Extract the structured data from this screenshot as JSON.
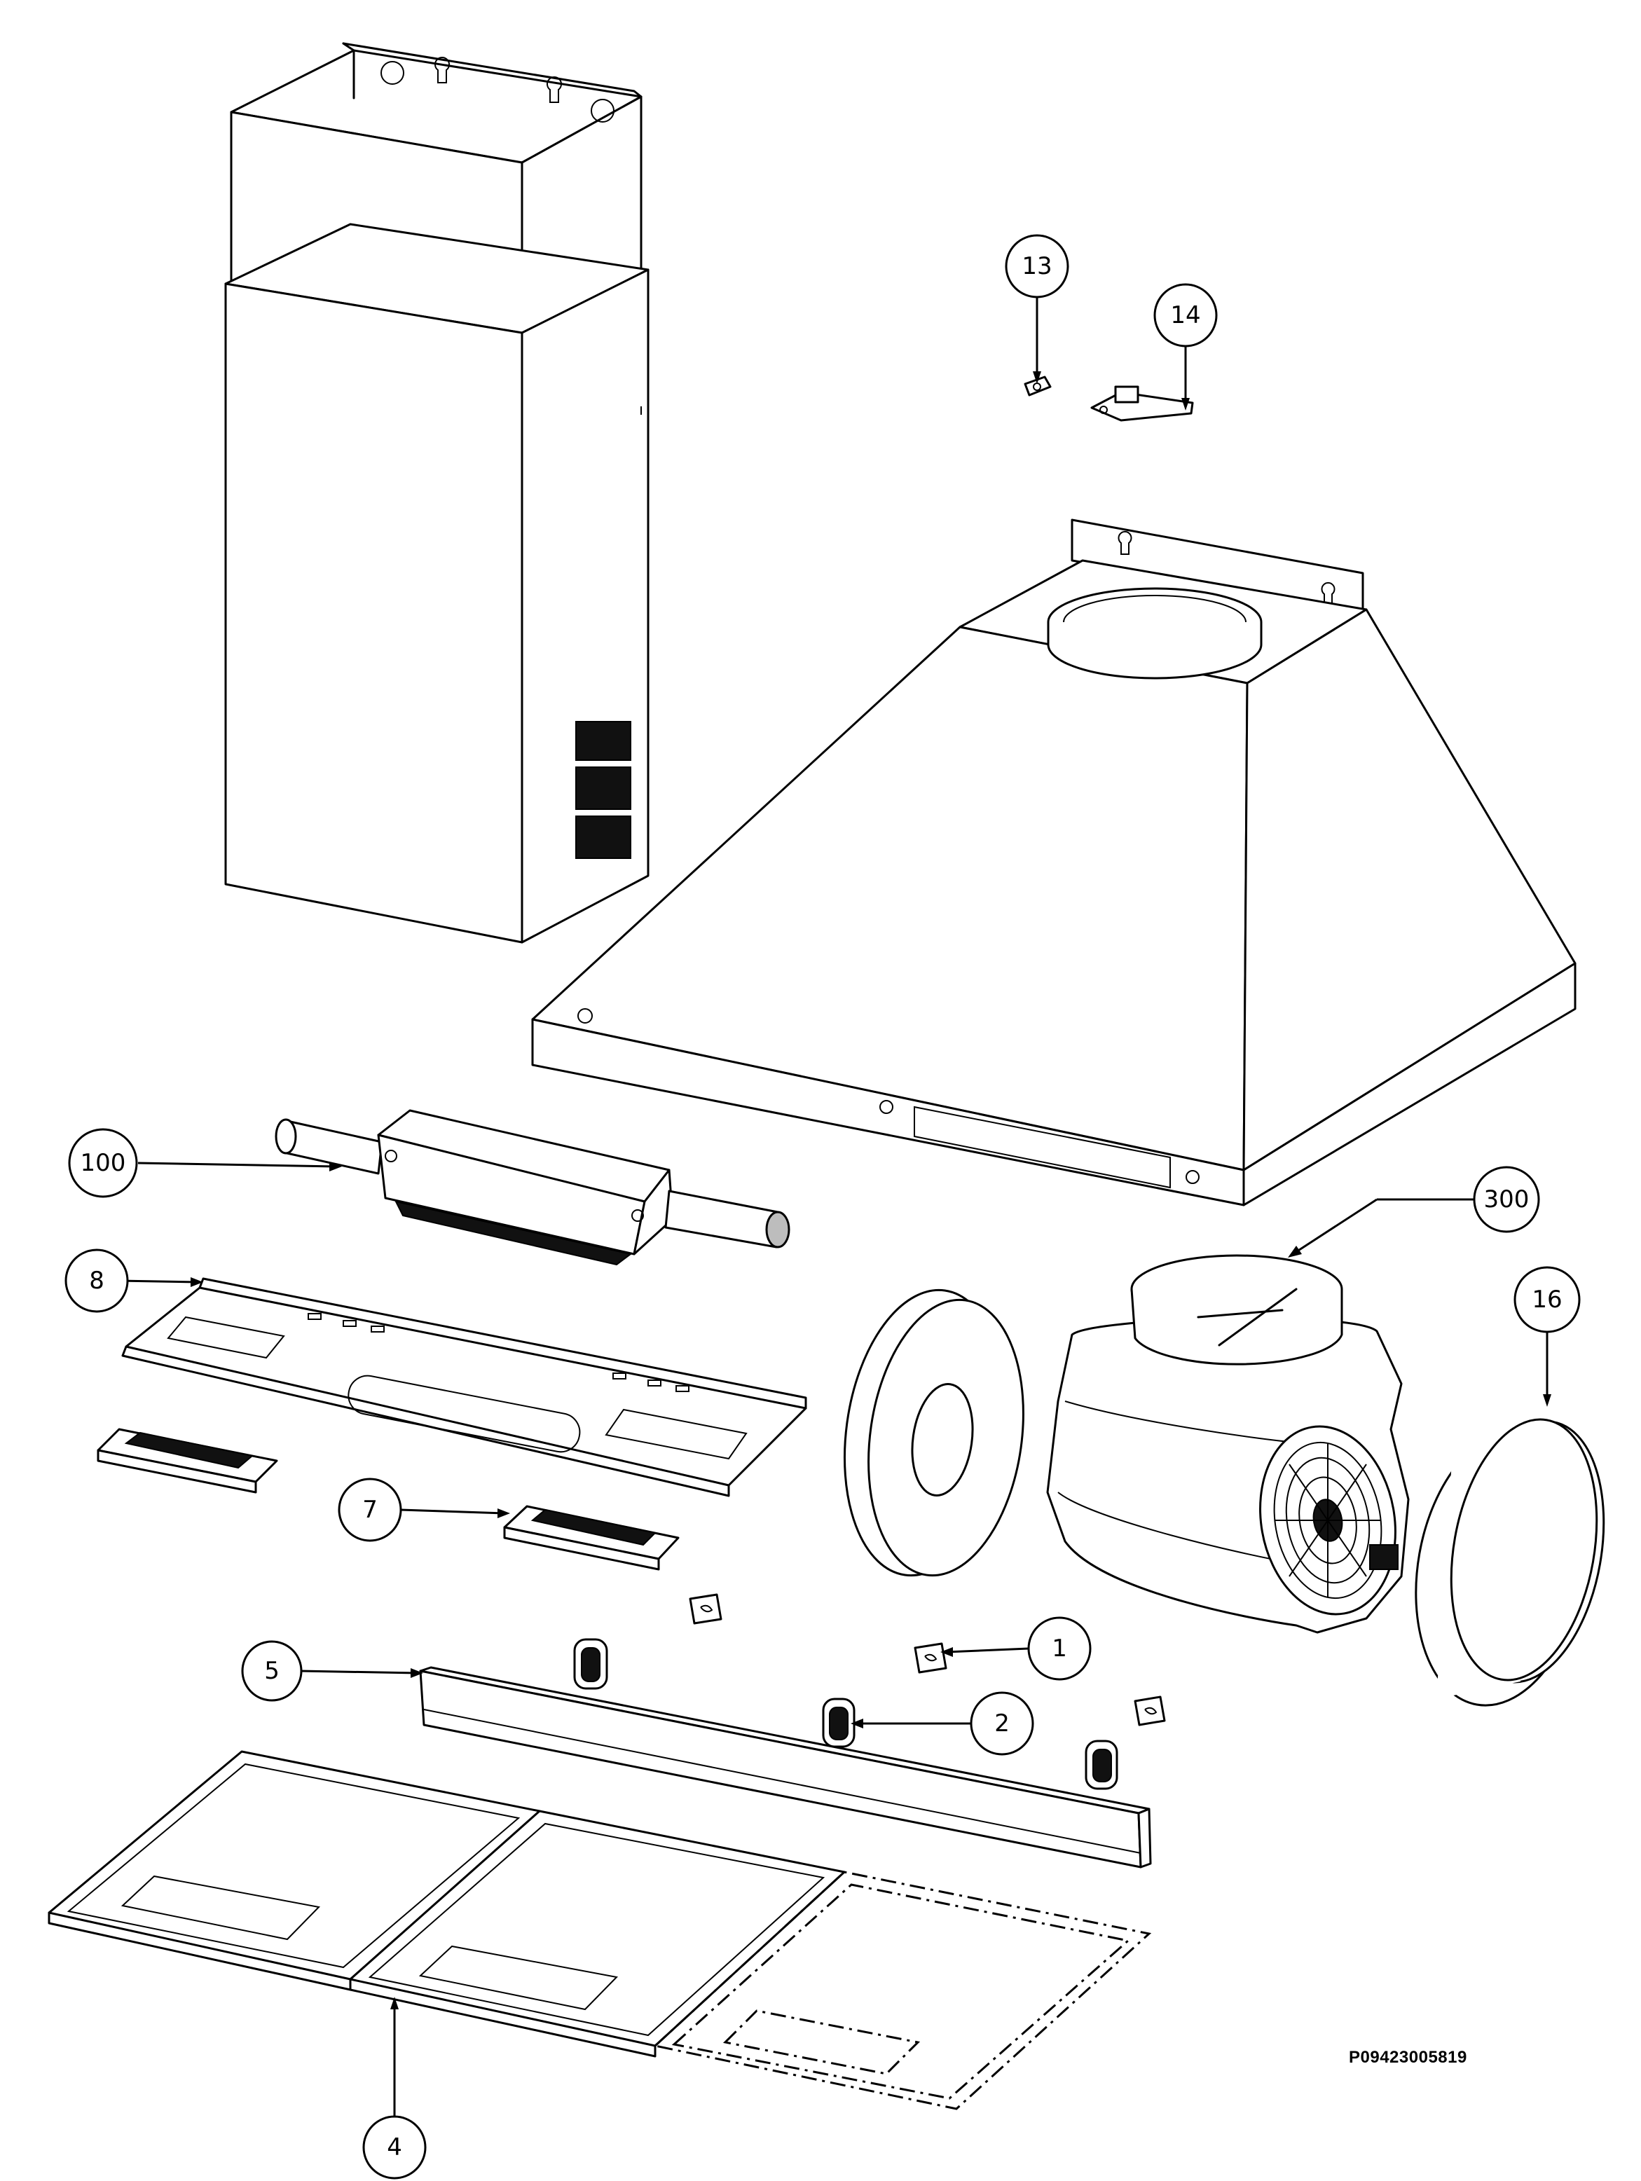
{
  "drawing": {
    "code": "P09423005819",
    "callouts": [
      {
        "id": "13",
        "label": "13"
      },
      {
        "id": "14",
        "label": "14"
      },
      {
        "id": "100",
        "label": "100"
      },
      {
        "id": "300",
        "label": "300"
      },
      {
        "id": "8",
        "label": "8"
      },
      {
        "id": "16",
        "label": "16"
      },
      {
        "id": "7",
        "label": "7"
      },
      {
        "id": "1",
        "label": "1"
      },
      {
        "id": "5",
        "label": "5"
      },
      {
        "id": "2",
        "label": "2"
      },
      {
        "id": "4",
        "label": "4"
      }
    ]
  }
}
